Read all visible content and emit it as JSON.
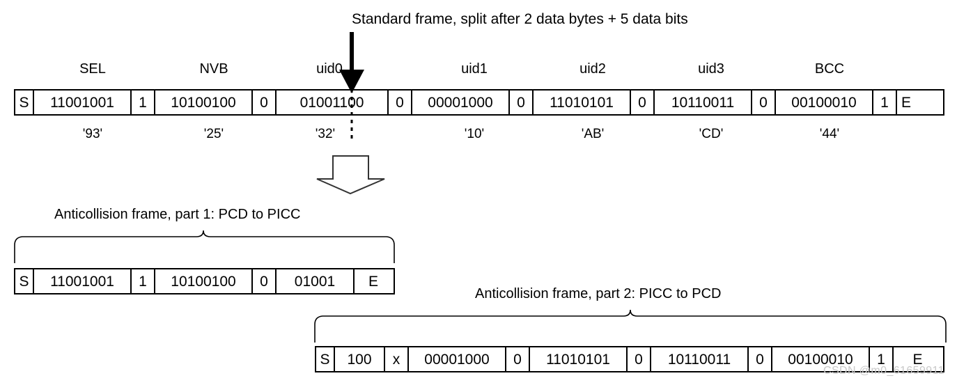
{
  "diagram": {
    "title": "Standard frame, split after 2 data bytes + 5 data bits",
    "watermark": "CSDN @m0_61659911"
  },
  "standard_frame": {
    "column_labels": [
      "SEL",
      "NVB",
      "uid0",
      "uid1",
      "uid2",
      "uid3",
      "BCC"
    ],
    "hex_labels": [
      "'93'",
      "'25'",
      "'32'",
      "'10'",
      "'AB'",
      "'CD'",
      "'44'"
    ],
    "cells": [
      {
        "text": "S",
        "kind": "start"
      },
      {
        "text": "11001001",
        "kind": "byte"
      },
      {
        "text": "1",
        "kind": "parity"
      },
      {
        "text": "10100100",
        "kind": "byte"
      },
      {
        "text": "0",
        "kind": "parity"
      },
      {
        "text": "01001100",
        "kind": "byte-split"
      },
      {
        "text": "0",
        "kind": "parity"
      },
      {
        "text": "00001000",
        "kind": "byte"
      },
      {
        "text": "0",
        "kind": "parity"
      },
      {
        "text": "11010101",
        "kind": "byte"
      },
      {
        "text": "0",
        "kind": "parity"
      },
      {
        "text": "10110011",
        "kind": "byte"
      },
      {
        "text": "0",
        "kind": "parity"
      },
      {
        "text": "00100010",
        "kind": "byte"
      },
      {
        "text": "1",
        "kind": "parity"
      },
      {
        "text": "E",
        "kind": "end"
      }
    ]
  },
  "part1": {
    "caption": "Anticollision frame, part 1: PCD to PICC",
    "cells": [
      {
        "text": "S",
        "kind": "start"
      },
      {
        "text": "11001001",
        "kind": "byte"
      },
      {
        "text": "1",
        "kind": "parity"
      },
      {
        "text": "10100100",
        "kind": "byte"
      },
      {
        "text": "0",
        "kind": "parity"
      },
      {
        "text": "01001",
        "kind": "bits"
      },
      {
        "text": "E",
        "kind": "end"
      }
    ]
  },
  "part2": {
    "caption": "Anticollision frame, part 2: PICC to PCD",
    "cells": [
      {
        "text": "S",
        "kind": "start"
      },
      {
        "text": "100",
        "kind": "bits"
      },
      {
        "text": "x",
        "kind": "parity"
      },
      {
        "text": "00001000",
        "kind": "byte"
      },
      {
        "text": "0",
        "kind": "parity"
      },
      {
        "text": "11010101",
        "kind": "byte"
      },
      {
        "text": "0",
        "kind": "parity"
      },
      {
        "text": "10110011",
        "kind": "byte"
      },
      {
        "text": "0",
        "kind": "parity"
      },
      {
        "text": "00100010",
        "kind": "byte"
      },
      {
        "text": "1",
        "kind": "parity"
      },
      {
        "text": "E",
        "kind": "end"
      }
    ]
  }
}
